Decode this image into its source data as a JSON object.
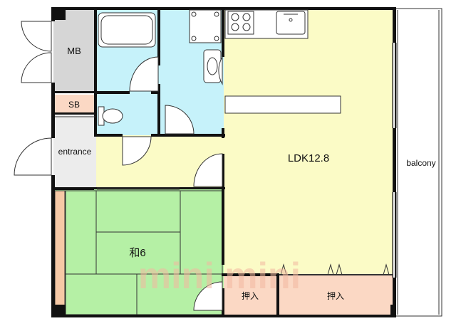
{
  "rooms": {
    "mb": "MB",
    "sb": "SB",
    "entrance": "entrance",
    "ldk": "LDK12.8",
    "washitsu": "和6",
    "oshiire_small": "押入",
    "oshiire_large": "押入",
    "balcony": "balcony"
  },
  "watermark": "mini mini",
  "colors": {
    "ldk": "#fbfbc6",
    "wet_area": "#c6f2fa",
    "hall": "#fbfbc6",
    "washitsu": "#b5f0a5",
    "oshiire": "#fbd8c4",
    "sb": "#fbd8c4",
    "mb": "#d6d6d6",
    "entrance": "#ececec",
    "wall": "#111111",
    "balcony": "#ffffff"
  }
}
